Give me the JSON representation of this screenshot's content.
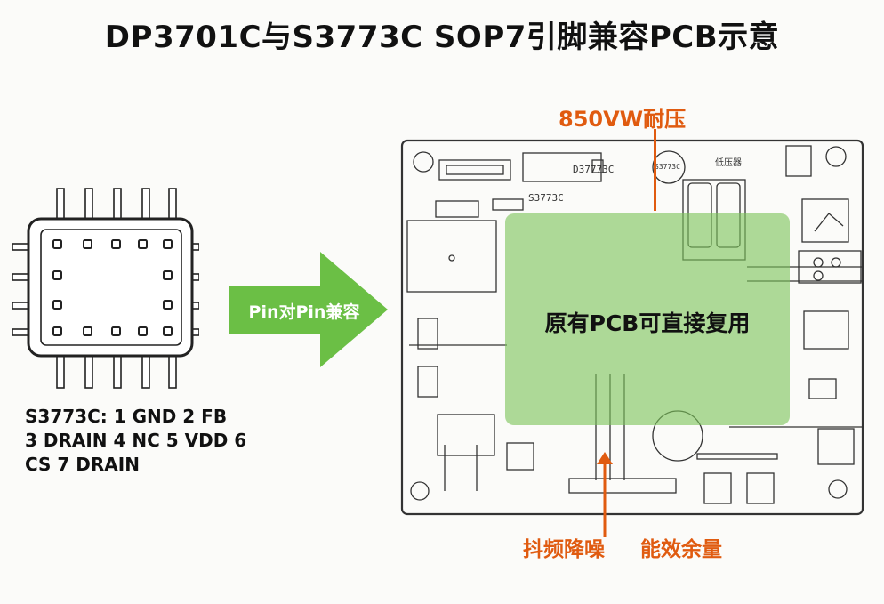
{
  "title": "DP3701C与S3773C SOP7引脚兼容PCB示意",
  "chip": {
    "pin_lines": [
      "S3773C: 1 GND 2 FB",
      "3 DRAIN 4 NC 5 VDD 6",
      "CS 7 DRAIN"
    ]
  },
  "arrow": {
    "label": "Pin对Pin兼容"
  },
  "pcb": {
    "highlight_text": "原有PCB可直接复用",
    "labels": {
      "d37773c": "D37773C",
      "s3773c": "S3773C",
      "s3773c_round": "S3773C",
      "transformer": "低压器"
    }
  },
  "callouts": {
    "voltage": "850VW耐压",
    "bottom_left": "抖频降噪",
    "bottom_right": "能效余量"
  },
  "colors": {
    "green_arrow": "#6bbf45",
    "highlight": "#7cc35a",
    "orange": "#e05b10"
  }
}
